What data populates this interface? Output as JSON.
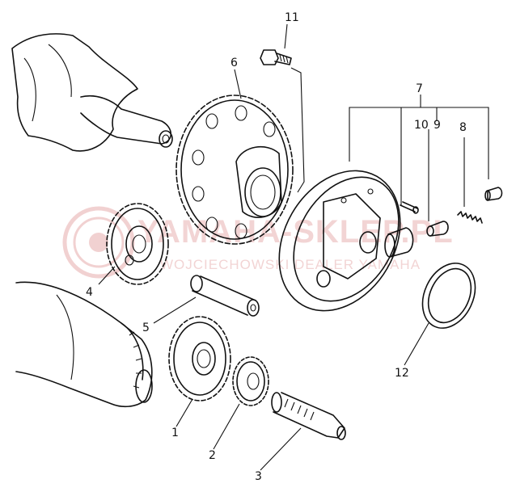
{
  "diagram": {
    "callouts": [
      {
        "id": "1",
        "text": "1"
      },
      {
        "id": "2",
        "text": "2"
      },
      {
        "id": "3",
        "text": "3"
      },
      {
        "id": "4",
        "text": "4"
      },
      {
        "id": "5",
        "text": "5"
      },
      {
        "id": "6",
        "text": "6"
      },
      {
        "id": "7",
        "text": "7"
      },
      {
        "id": "8",
        "text": "8"
      },
      {
        "id": "9",
        "text": "9"
      },
      {
        "id": "10",
        "text": "10"
      },
      {
        "id": "11",
        "text": "11"
      },
      {
        "id": "12",
        "text": "12"
      }
    ],
    "watermark": {
      "brand": "YAMAHA-SKLEP.PL",
      "subtitle": "WOJCIECHOWSKI DEALER YAMAHA"
    }
  }
}
